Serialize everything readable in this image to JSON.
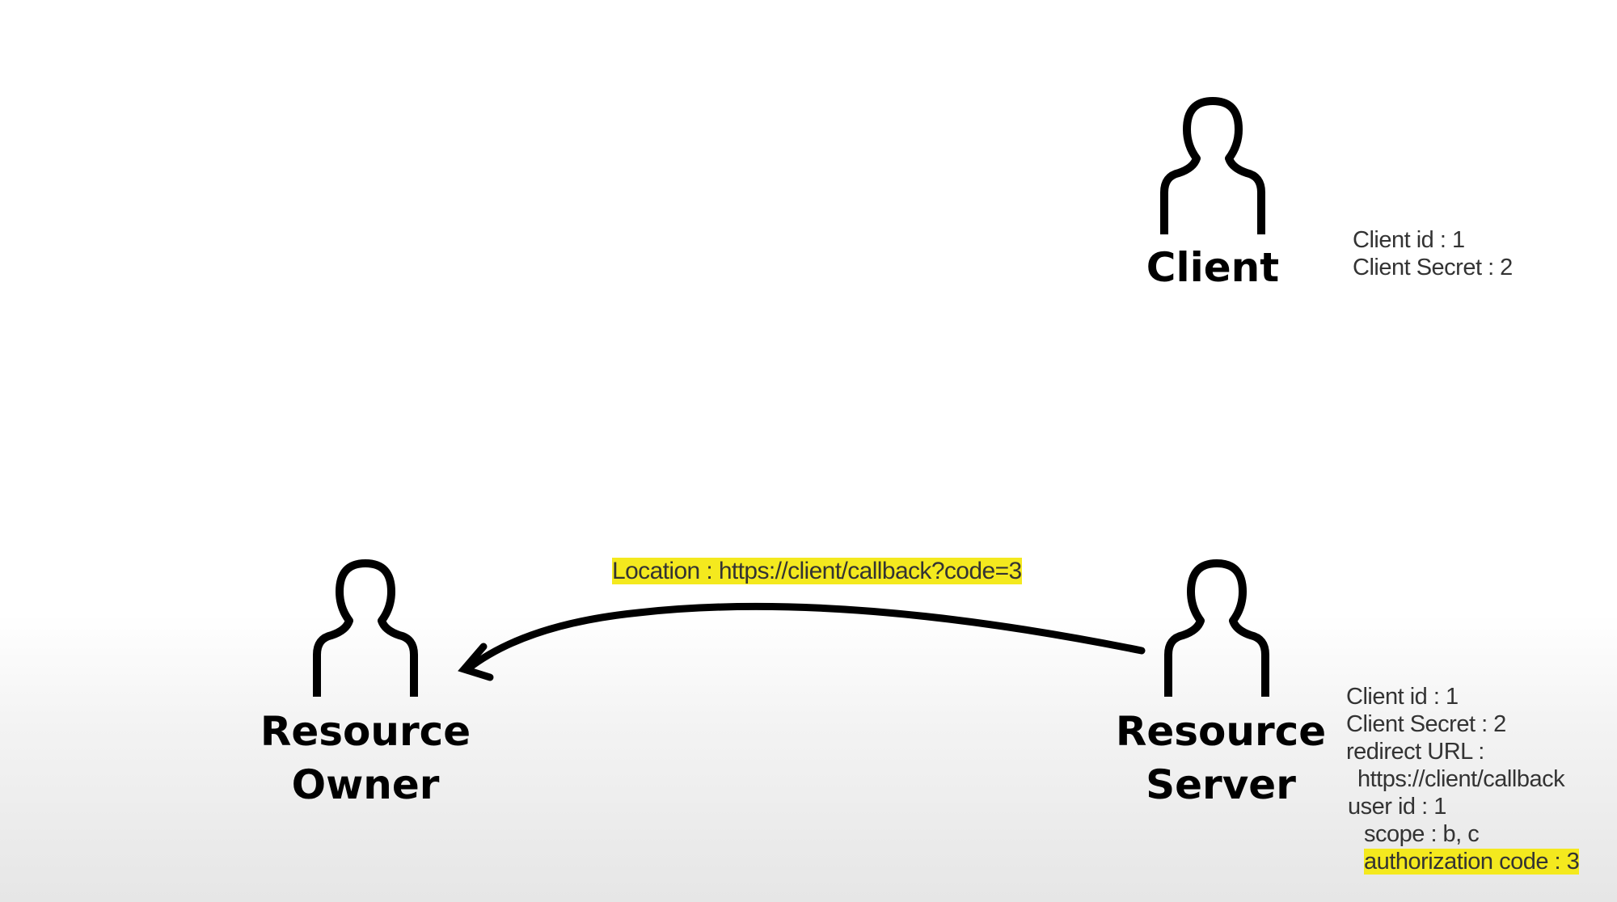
{
  "actors": {
    "client": {
      "label": "Client"
    },
    "resource_owner": {
      "label_line1": "Resource",
      "label_line2": "Owner"
    },
    "resource_server": {
      "label_line1": "Resource",
      "label_line2": "Server"
    }
  },
  "client_info": {
    "client_id": "Client id : 1",
    "client_secret": "Client Secret : 2"
  },
  "server_info": {
    "client_id": "Client id : 1",
    "client_secret": "Client Secret : 2",
    "redirect_url_label": "redirect URL :",
    "redirect_url": "https://client/callback",
    "user_id": "user id : 1",
    "scope": "scope : b, c",
    "authorization_code": "authorization code : 3"
  },
  "message": {
    "text": "Location : https://client/callback?code=3",
    "direction": "resource-server-to-resource-owner"
  },
  "colors": {
    "highlight": "#f4e91e",
    "stroke": "#000000",
    "text": "#333333"
  },
  "icons": {
    "actor": "person-outline-icon",
    "arrow": "arrow-left-curved"
  }
}
